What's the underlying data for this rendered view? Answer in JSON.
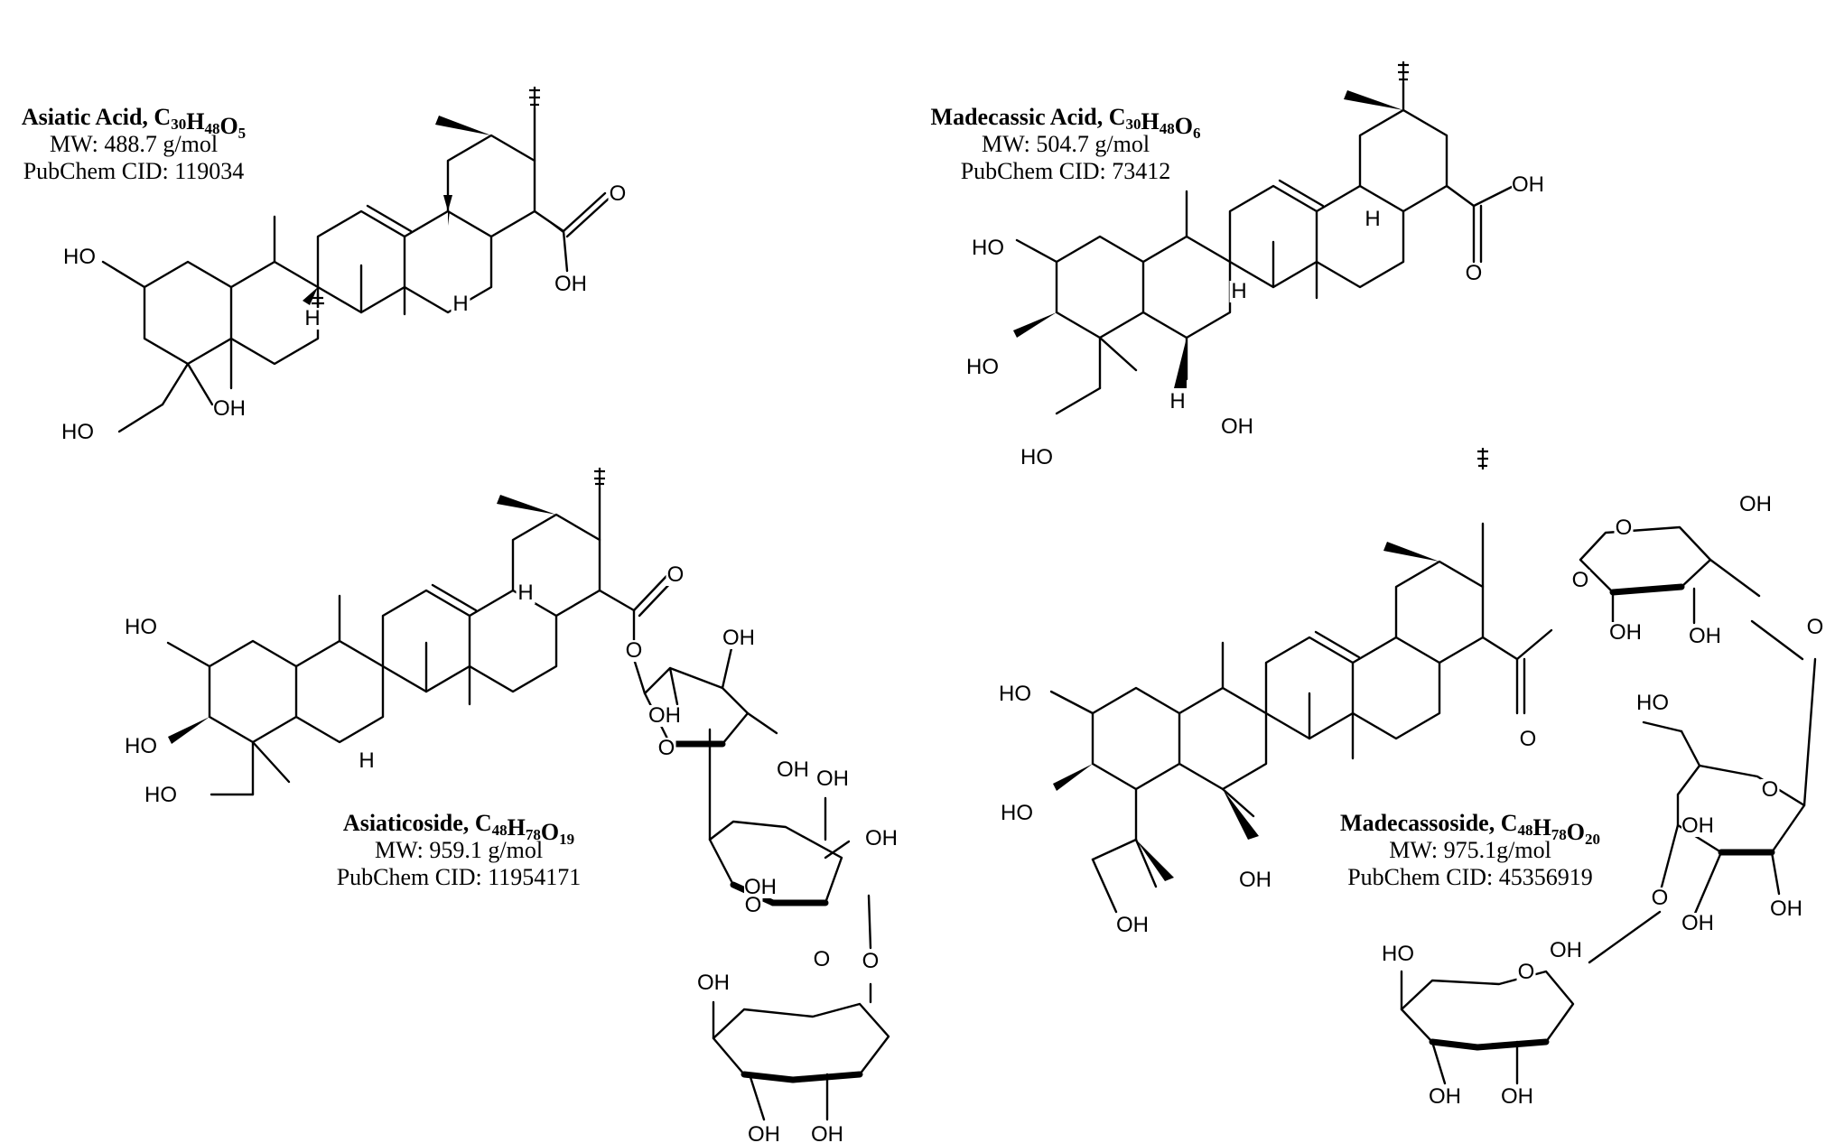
{
  "figure": {
    "compounds": [
      {
        "id": "asiatic_acid",
        "name": "Asiatic Acid",
        "formula_prefix": "C",
        "formula_parts": [
          [
            "C",
            "30"
          ],
          [
            "H",
            "48"
          ],
          [
            "O",
            "5"
          ]
        ],
        "mw": "MW: 488.7 g/mol",
        "pubchem": "PubChem CID: 119034",
        "atoms": [
          "HO",
          "OH",
          "HO",
          "OH",
          "O",
          "H",
          "H"
        ]
      },
      {
        "id": "madecassic_acid",
        "name": "Madecassic Acid",
        "formula_parts": [
          [
            "C",
            "30"
          ],
          [
            "H",
            "48"
          ],
          [
            "O",
            "6"
          ]
        ],
        "mw": "MW: 504.7 g/mol",
        "pubchem": "PubChem CID: 73412",
        "atoms": [
          "HO",
          "HO",
          "HO",
          "OH",
          "OH",
          "O",
          "H",
          "H",
          "H"
        ]
      },
      {
        "id": "asiaticoside",
        "name": "Asiaticoside",
        "formula_parts": [
          [
            "C",
            "48"
          ],
          [
            "H",
            "78"
          ],
          [
            "O",
            "19"
          ]
        ],
        "mw": "MW: 959.1 g/mol",
        "pubchem": "PubChem CID: 11954171",
        "atoms": [
          "HO",
          "HO",
          "HO",
          "O",
          "O",
          "OH",
          "OH",
          "OH",
          "O",
          "OH",
          "OH",
          "OH",
          "O",
          "O",
          "OH",
          "OH",
          "OH",
          "O",
          "H",
          "H"
        ]
      },
      {
        "id": "madecassoside",
        "name": "Madecassoside",
        "formula_parts": [
          [
            "C",
            "48"
          ],
          [
            "H",
            "78"
          ],
          [
            "O",
            "20"
          ]
        ],
        "mw": "MW: 975.1g/mol",
        "pubchem": "PubChem CID: 45356919",
        "atoms": [
          "HO",
          "HO",
          "OH",
          "OH",
          "O",
          "O",
          "O",
          "OH",
          "OH",
          "OH",
          "O",
          "HO",
          "O",
          "OH",
          "OH",
          "OH",
          "O",
          "HO",
          "O",
          "OH",
          "OH",
          "OH"
        ]
      }
    ]
  }
}
